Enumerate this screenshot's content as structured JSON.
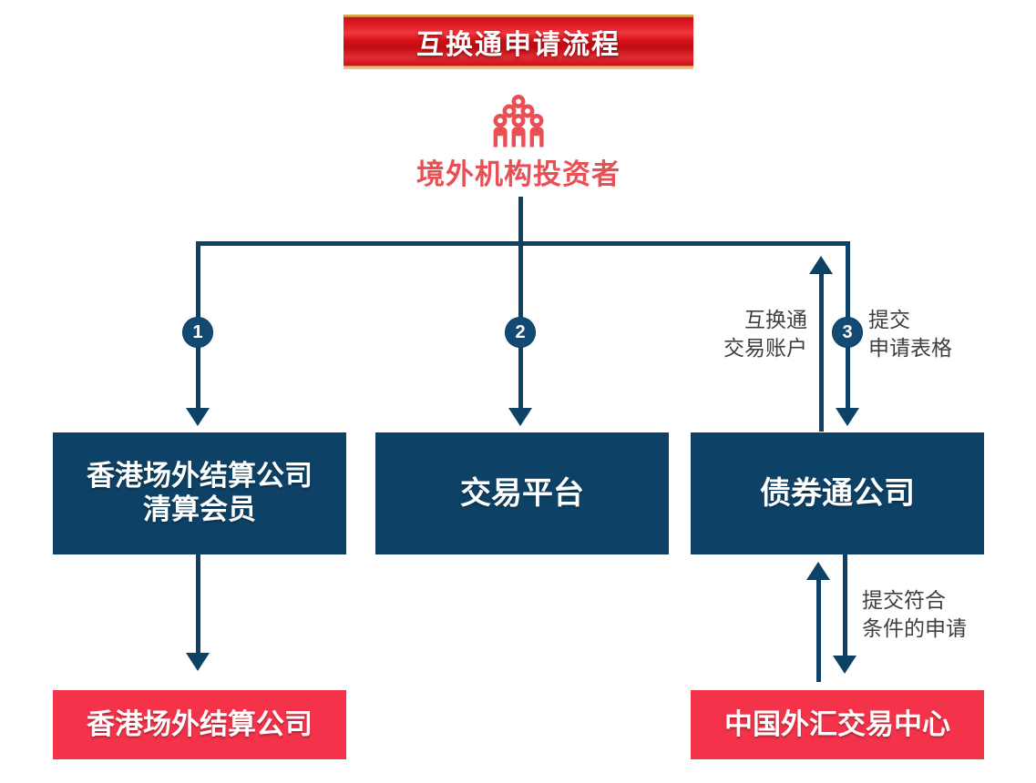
{
  "banner": {
    "title": "互换通申请流程"
  },
  "investor": {
    "icon": "group-of-people-icon",
    "label": "境外机构投资者",
    "color": "#e85055"
  },
  "steps": [
    {
      "number": "1"
    },
    {
      "number": "2"
    },
    {
      "number": "3"
    }
  ],
  "boxes": {
    "hk_clearing_member": {
      "label": "香港场外结算公司\n清算会员",
      "color": "#0d4266",
      "style": "navy"
    },
    "trading_platform": {
      "label": "交易平台",
      "color": "#0d4266",
      "style": "navy"
    },
    "bond_connect_company": {
      "label": "债券通公司",
      "color": "#0d4266",
      "style": "navy"
    },
    "hk_clearing_house": {
      "label": "香港场外结算公司",
      "color": "#f4334b",
      "style": "red"
    },
    "cfets": {
      "label": "中国外汇交易中心",
      "color": "#f4334b",
      "style": "red"
    }
  },
  "notes": {
    "swap_connect_account": "互换通\n交易账户",
    "submit_application_form": "提交\n申请表格",
    "submit_qualified_application": "提交符合\n条件的申请"
  },
  "palette": {
    "navy": "#0d4266",
    "red": "#f4334b",
    "salmon": "#e85055",
    "note_text": "#3f3f3f",
    "background": "#ffffff"
  }
}
